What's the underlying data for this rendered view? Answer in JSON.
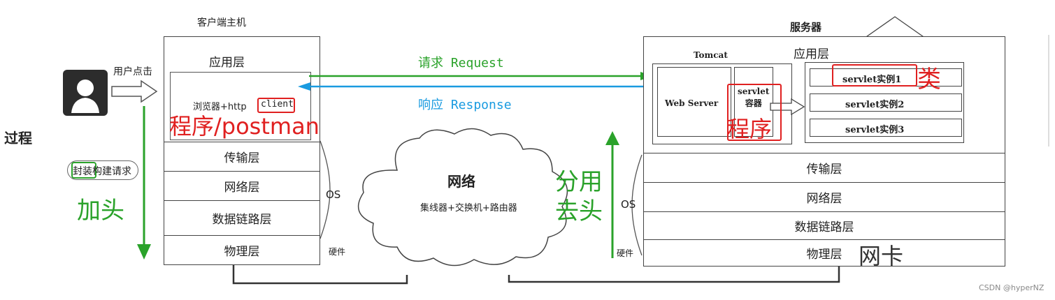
{
  "process_label": "过程",
  "client": {
    "title": "客户端主机",
    "app_layer": "应用层",
    "browser_prefix": "浏览器+http",
    "client_word": "client",
    "program_annotation": "程序/postman",
    "transport": "传输层",
    "network": "网络层",
    "datalink": "数据链路层",
    "physical": "物理层",
    "os": "OS",
    "hardware": "硬件"
  },
  "user": {
    "click_label": "用户点击",
    "encapsulate_word": "封装",
    "build_request": "构建请求",
    "add_header": "加头"
  },
  "request_label": "请求 Request",
  "response_label": "响应 Response",
  "network_cloud": {
    "title": "网络",
    "subtitle": "集线器+交换机+路由器"
  },
  "server": {
    "title": "服务器",
    "app_layer": "应用层",
    "tomcat": "Tomcat",
    "web_server": "Web Server",
    "container_line1": "servlet",
    "container_line2": "容器",
    "program_annotation": "程序",
    "servlet1": "servlet实例1",
    "class_annotation": "类",
    "servlet2": "servlet实例2",
    "servlet3": "servlet实例3",
    "transport": "传输层",
    "network": "网络层",
    "datalink": "数据链路层",
    "physical": "物理层",
    "nic_annotation": "网卡",
    "os": "OS",
    "hardware": "硬件",
    "demux_line1": "分用",
    "demux_line2": "去头"
  },
  "watermark": "CSDN @hyperNZ",
  "colors": {
    "green": "#2aa22a",
    "blue": "#1a9be0",
    "red": "#e02020"
  }
}
